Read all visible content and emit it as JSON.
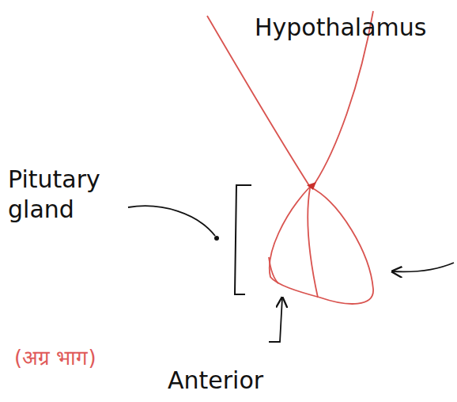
{
  "diagram": {
    "labels": [
      "Hypothalamus",
      "Pitutary gland",
      "(अग्र भाग)",
      "Anterior"
    ]
  }
}
